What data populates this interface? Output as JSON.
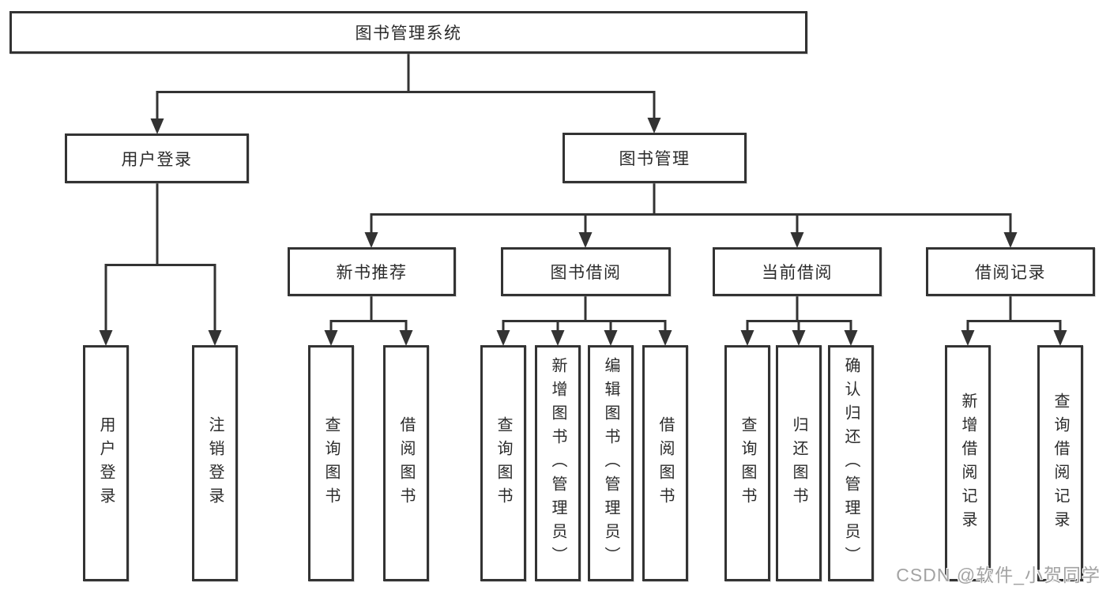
{
  "colors": {
    "line": "#333333",
    "text": "#2b2b2b",
    "box_background": "#ffffff",
    "watermark": "#a3a3a3"
  },
  "nodes": {
    "root": "图书管理系统",
    "user_login": "用户登录",
    "book_mgmt": "图书管理",
    "new_book": "新书推荐",
    "book_borrow": "图书借阅",
    "current_borrow": "当前借阅",
    "borrow_record": "借阅记录",
    "leaves": {
      "user_login": [
        "用户登录",
        "注销登录"
      ],
      "new_book": [
        "查询图书",
        "借阅图书"
      ],
      "book_borrow": [
        "查询图书",
        "新增图书（管理员）",
        "编辑图书（管理员）",
        "借阅图书"
      ],
      "current_borrow": [
        "查询图书",
        "归还图书",
        "确认归还（管理员）"
      ],
      "borrow_record": [
        "新增借阅记录",
        "查询借阅记录"
      ]
    }
  },
  "watermark": "CSDN @软件_小贺同学"
}
